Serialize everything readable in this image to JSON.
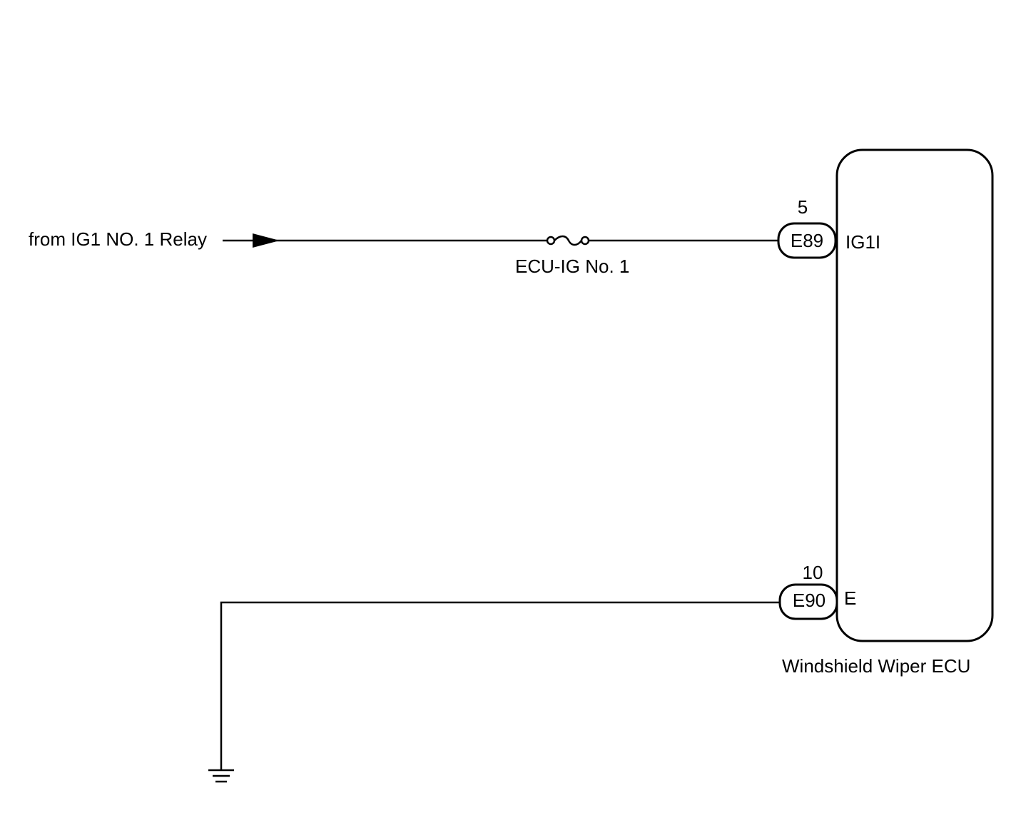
{
  "source": {
    "label": "from IG1 NO. 1 Relay"
  },
  "fuse": {
    "label": "ECU-IG No. 1"
  },
  "connectors": [
    {
      "id": "E89",
      "pin": "5",
      "terminal": "IG1I"
    },
    {
      "id": "E90",
      "pin": "10",
      "terminal": "E"
    }
  ],
  "ecu": {
    "label": "Windshield Wiper ECU"
  },
  "colors": {
    "line": "#000000",
    "background": "#ffffff"
  }
}
